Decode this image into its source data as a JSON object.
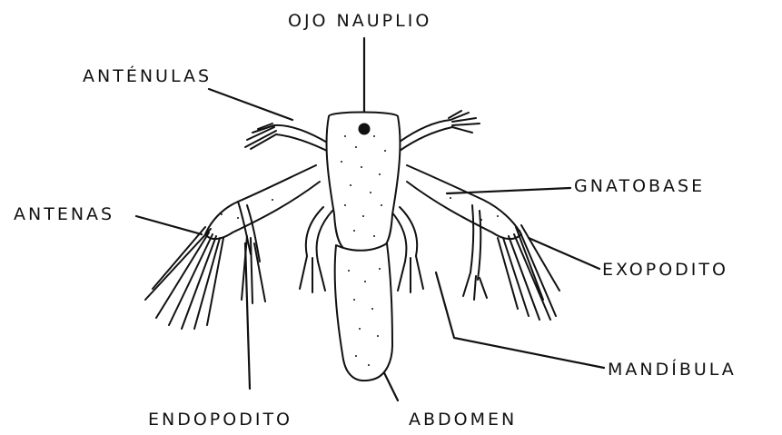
{
  "labels": {
    "ojo_nauplio": "OJO NAUPLIO",
    "antenulas": "ANTÉNULAS",
    "gnatobase": "GNATOBASE",
    "antenas": "ANTENAS",
    "exopodito": "EXOPODITO",
    "mandibula": "MANDÍBULA",
    "endopodito": "ENDOPODITO",
    "abdomen": "ABDOMEN"
  },
  "colors": {
    "ink": "#111111",
    "background": "#ffffff"
  }
}
